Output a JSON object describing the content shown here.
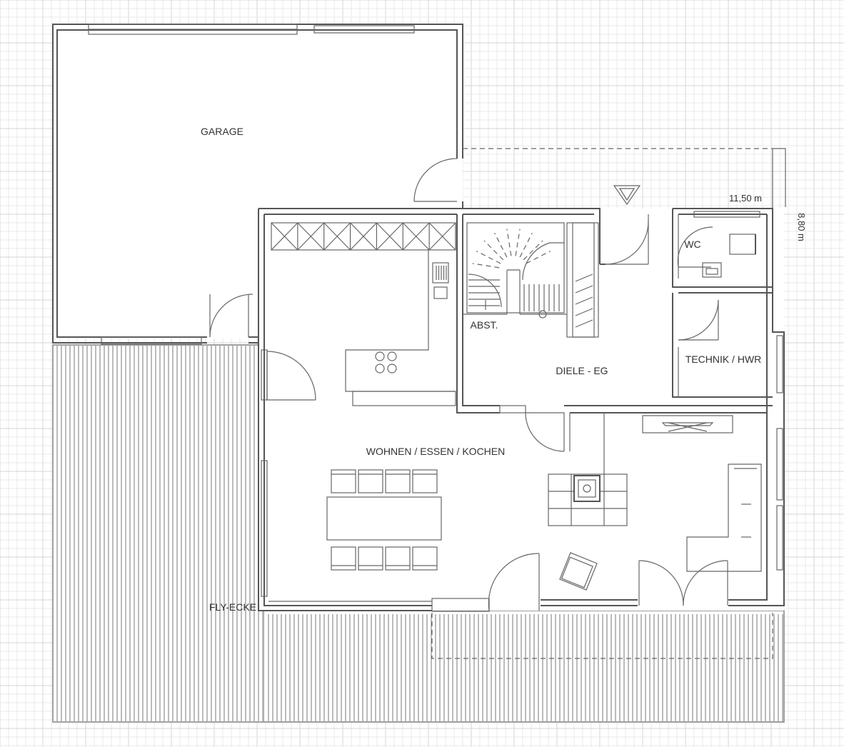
{
  "plan": {
    "rooms": {
      "garage": "GARAGE",
      "wc": "WC",
      "abst": "ABST.",
      "diele": "DIELE - EG",
      "technik": "TECHNIK / HWR",
      "wohnen": "WOHNEN / ESSEN / KOCHEN",
      "fly": "FLY-ECKE"
    },
    "dimensions": {
      "width": "11,50 m",
      "depth": "8,80 m"
    }
  },
  "icons": {
    "north_arrow": "north-arrow-icon"
  },
  "colors": {
    "wall": "#555555",
    "grid": "#e8e8e8",
    "background": "#ffffff"
  }
}
